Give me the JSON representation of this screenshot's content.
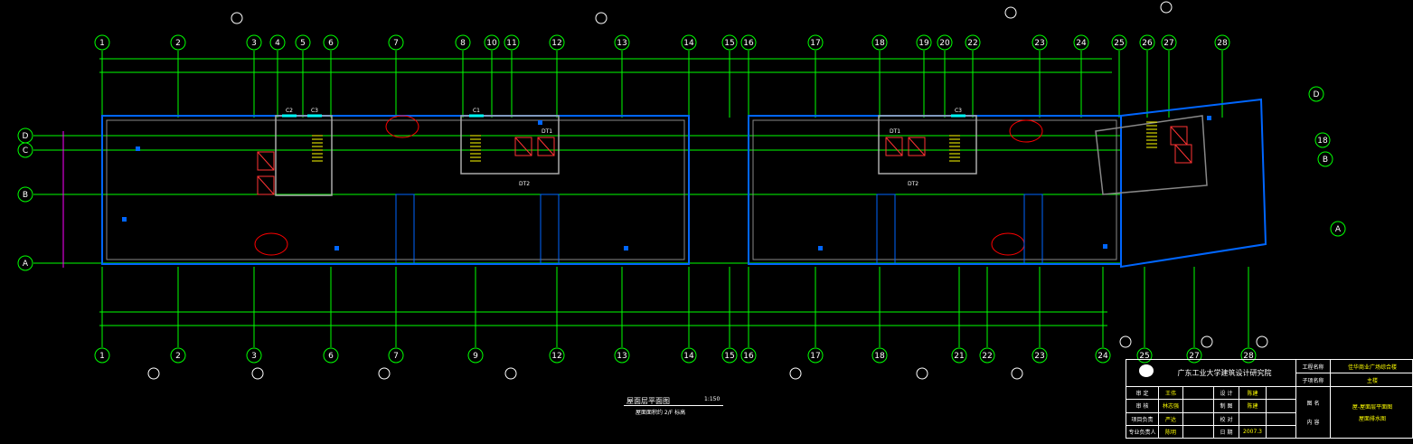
{
  "drawing": {
    "title": "屋面层平面图",
    "scale": "1:150",
    "subtitle": "屋面面积约 2/F  标高"
  },
  "axes": {
    "top": [
      "1",
      "2",
      "3",
      "4",
      "5",
      "6",
      "7",
      "8",
      "10",
      "11",
      "12",
      "13",
      "14",
      "15",
      "16",
      "17",
      "18",
      "19",
      "20",
      "22",
      "23",
      "24",
      "25",
      "26",
      "27",
      "28"
    ],
    "bottom": [
      "1",
      "2",
      "3",
      "6",
      "7",
      "9",
      "12",
      "13",
      "14",
      "15",
      "16",
      "17",
      "18",
      "21",
      "22",
      "23",
      "24",
      "25",
      "27",
      "28"
    ],
    "left_rows": [
      "D",
      "C",
      "B",
      "A"
    ],
    "right_rows": [
      "D",
      "18",
      "B",
      "A"
    ]
  },
  "labels": {
    "windows": [
      "C2",
      "C3",
      "C1",
      "C3"
    ],
    "elevators": [
      "DT1",
      "DT2",
      "DT1",
      "DT2"
    ]
  },
  "title_block": {
    "institute": "广东工业大学建筑设计研究院",
    "project_label": "工程名称",
    "project_value": "佳华商业广场综合楼",
    "subitem_label": "子项名称",
    "subitem_value": "主楼",
    "rows": [
      {
        "k1": "审 定",
        "v1": "王伟",
        "k2": "设 计",
        "v2": "陈建"
      },
      {
        "k1": "审 核",
        "v1": "林志强",
        "k2": "制 图",
        "v2": "陈建"
      },
      {
        "k1": "项目负责",
        "v1": "严达",
        "k2": "校 对",
        "v2": ""
      },
      {
        "k1": "专业负责人",
        "v1": "陈明",
        "k2": "日 期",
        "v2": "2007.3"
      }
    ],
    "drawing_label_1": "图 名",
    "drawing_label_2": "内 容",
    "drawing_name": "屋-屋面层平面图",
    "drawing_content": "屋面排水图"
  },
  "colors": {
    "grid": "#00ff00",
    "wall": "#0066ff",
    "dim": "#ff00ff",
    "text": "#ffffff",
    "accent": "#ffff00",
    "window": "#00ffff"
  }
}
